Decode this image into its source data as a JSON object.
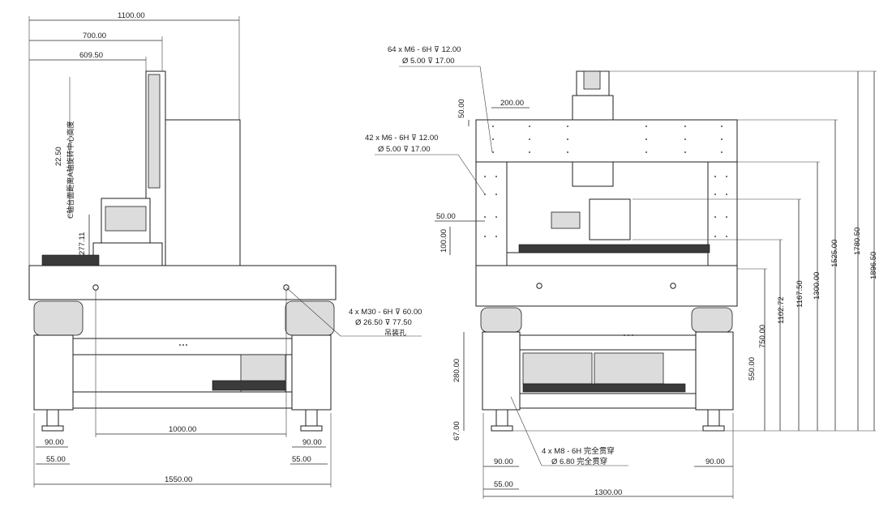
{
  "left_view": {
    "dims": {
      "overall_width_top": "1100.00",
      "width_700": "700.00",
      "width_609": "609.50",
      "vertical_22_50": "22.50",
      "vertical_277_11": "277.11",
      "center_1000": "1000.00",
      "foot_90_left": "90.00",
      "foot_90_right": "90.00",
      "foot_55_left": "55.00",
      "foot_55_right": "55.00",
      "overall_width_bottom": "1550.00"
    },
    "note_axis_height": "C轴台面距离A轴旋转中心高度",
    "callout_lifting": {
      "line1": "4 x  M30 - 6H ⊽ 60.00",
      "line2": "Ø  26.50 ⊽ 77.50",
      "line3": "吊装孔"
    }
  },
  "right_view": {
    "callout_top": {
      "line1": "64 x  M6 - 6H ⊽ 12.00",
      "line2": "Ø  5.00 ⊽ 17.00"
    },
    "callout_side": {
      "line1": "42 x  M6 - 6H ⊽ 12.00",
      "line2": "Ø  5.00 ⊽ 17.00"
    },
    "callout_bottom": {
      "line1": "4 x  M8 - 6H 完全贯穿",
      "line2": "Ø  6.80 完全贯穿"
    },
    "dims": {
      "d_50_top": "50.00",
      "d_200": "200.00",
      "d_50_side": "50.00",
      "d_100": "100.00",
      "d_280": "280.00",
      "d_67": "67.00",
      "d_90_left": "90.00",
      "d_90_right": "90.00",
      "d_55": "55.00",
      "d_1300_width": "1300.00",
      "h_550": "550.00",
      "h_750": "750.00",
      "h_1102": "1102.72",
      "h_1167": "1167.50",
      "h_1300": "1300.00",
      "h_1525": "1525.00",
      "h_1780": "1780.50",
      "h_1896": "1896.50"
    }
  }
}
